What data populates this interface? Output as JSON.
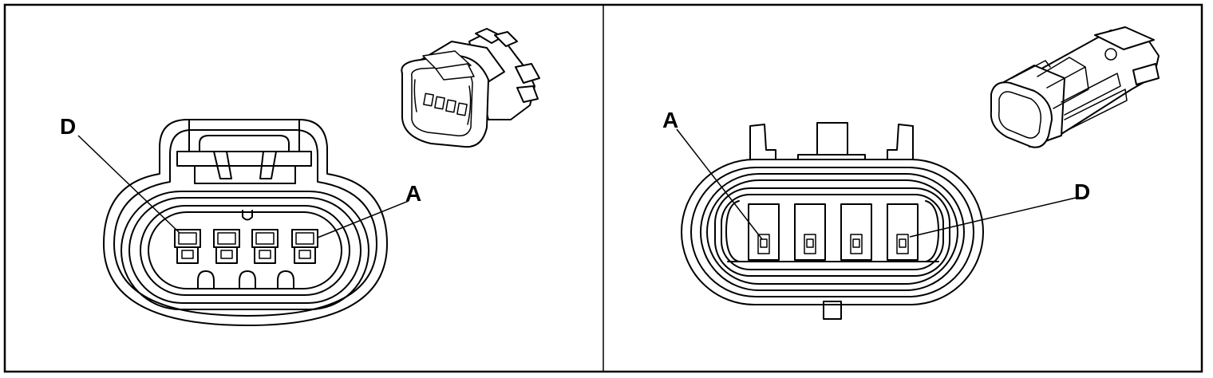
{
  "left_view": {
    "label_top_left": "D",
    "label_right": "A"
  },
  "right_view": {
    "label_top_left": "A",
    "label_right": "D"
  },
  "colors": {
    "line": "#000000",
    "background": "#ffffff"
  }
}
